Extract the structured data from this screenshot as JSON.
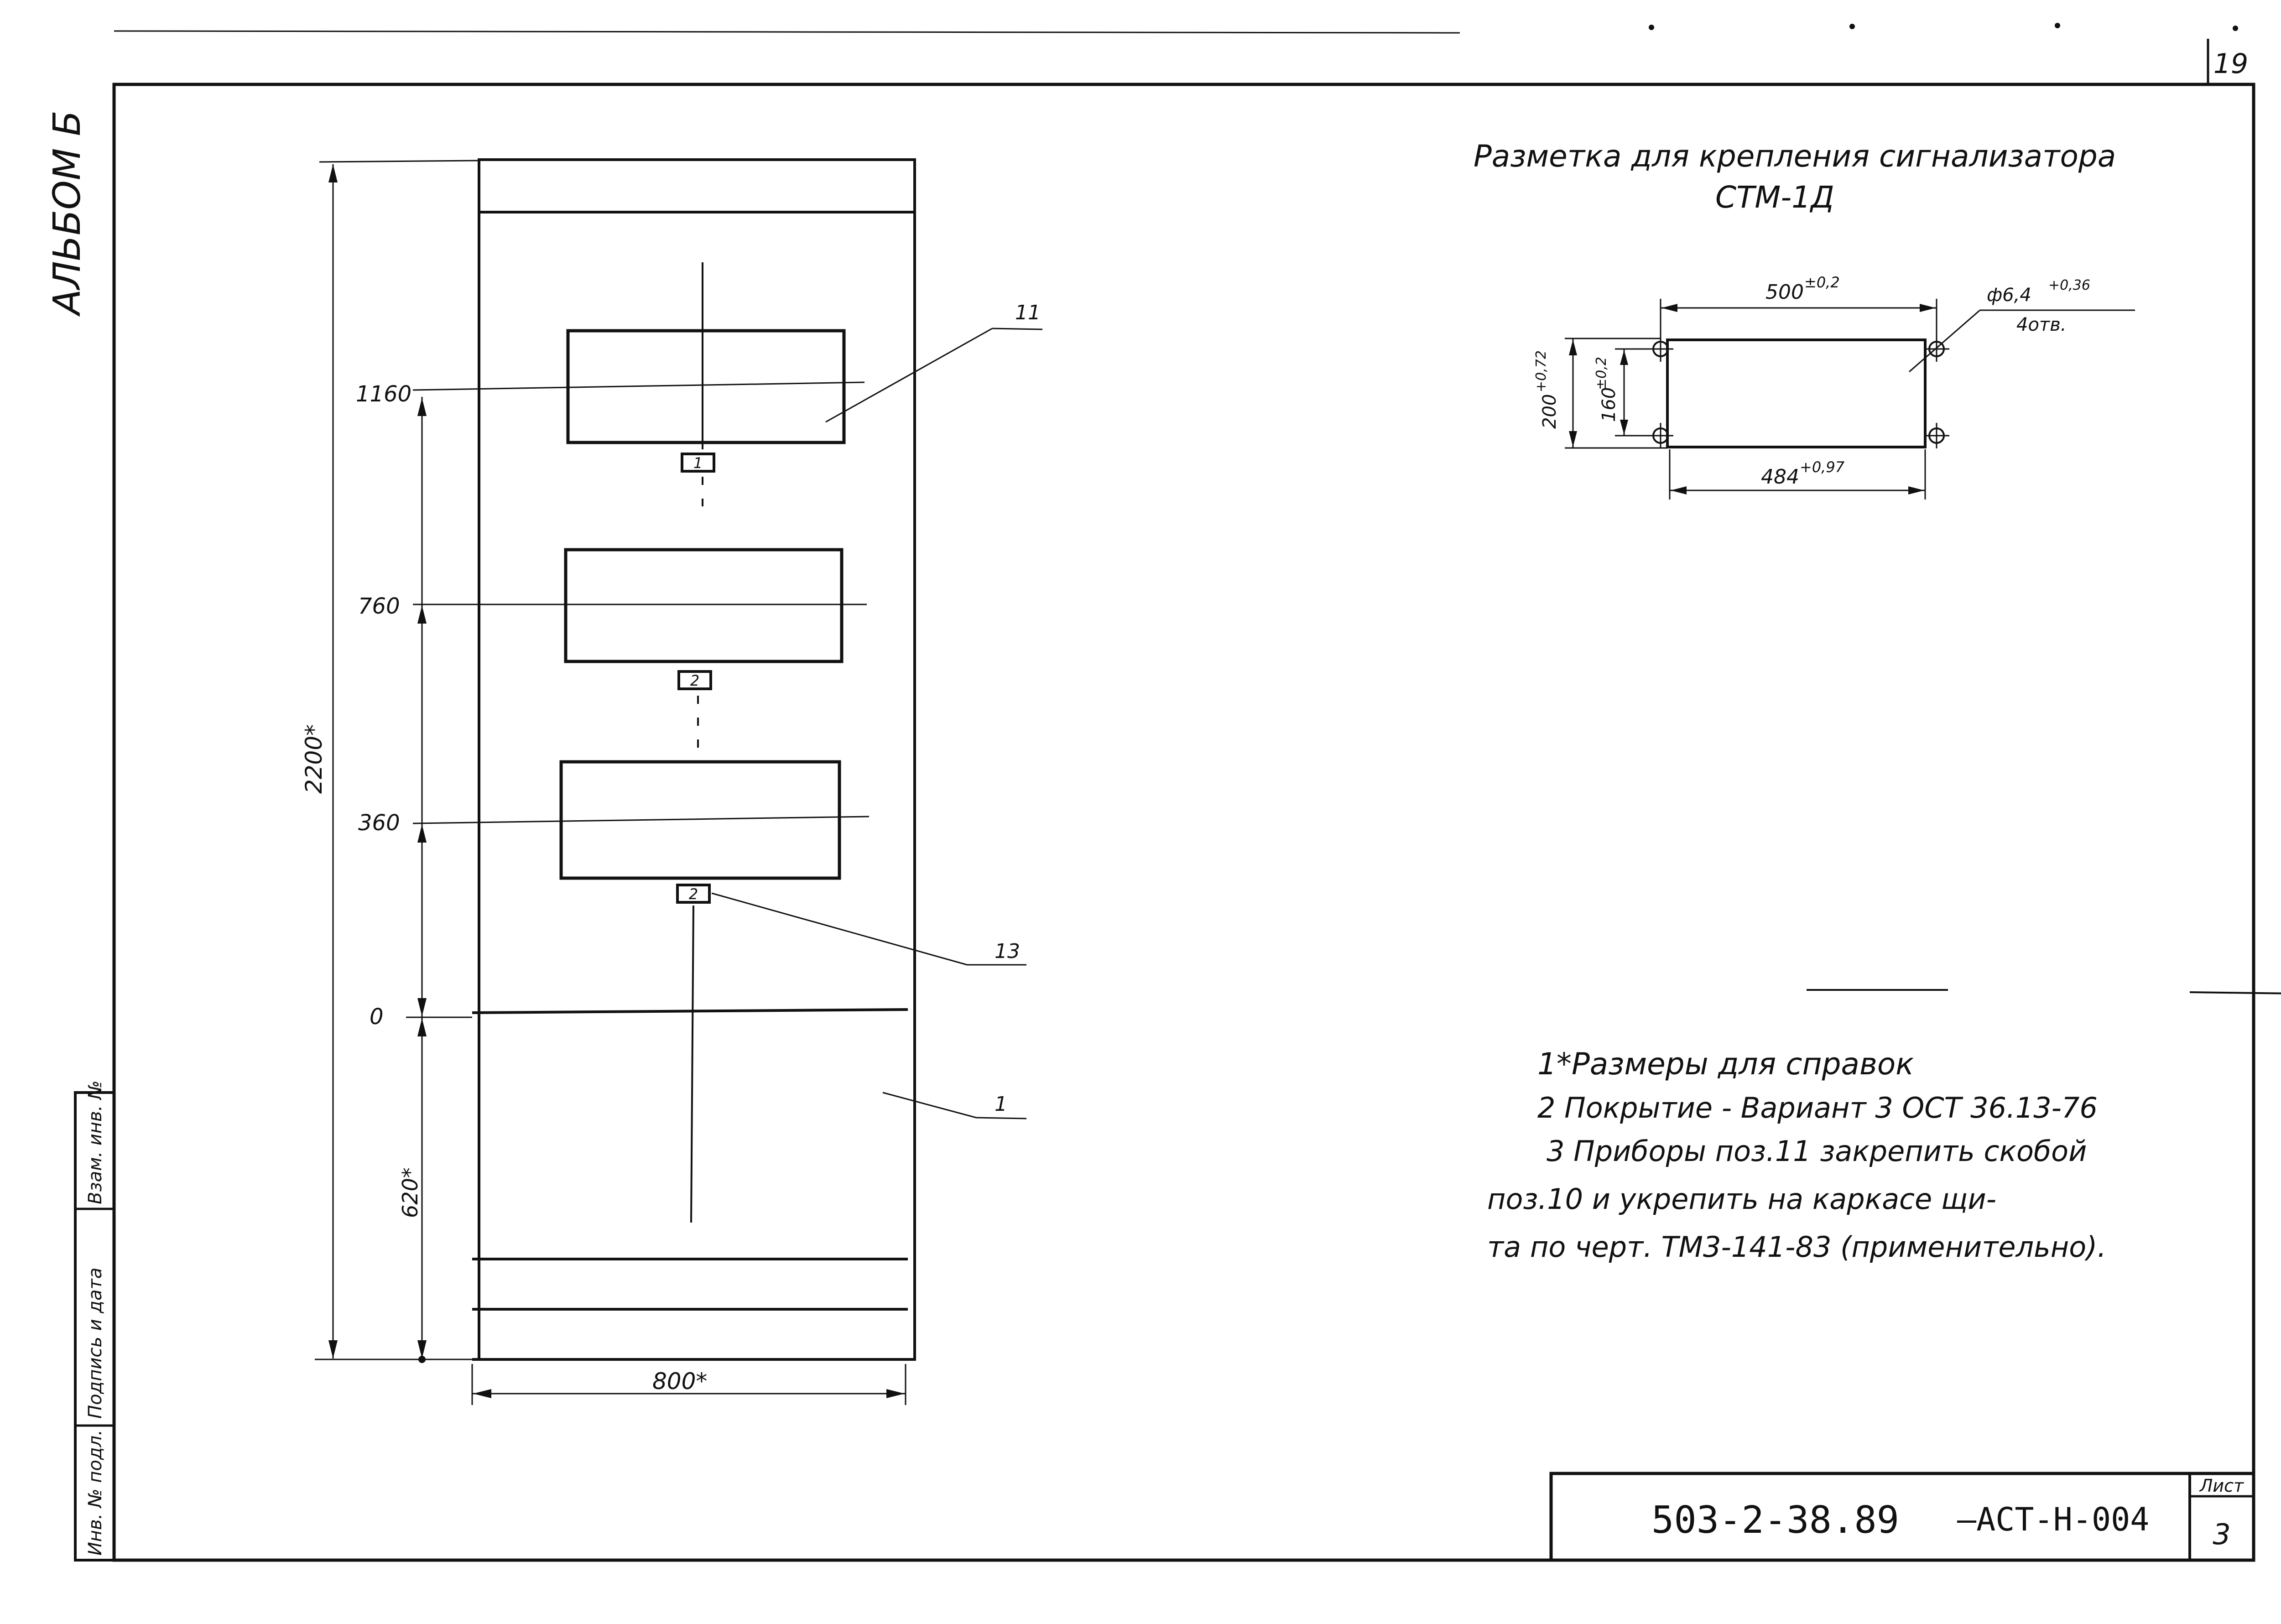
{
  "sheet_number_top": "19",
  "album_label": "АЛЬБОМ Б",
  "stamp_labels": {
    "inv_podl": "Инв. № подл.",
    "podpis_data": "Подпись и дата",
    "vzam_inv": "Взам. инв. №"
  },
  "title": {
    "line1": "Разметка для крепления сигнализатора",
    "line2": "СТМ-1Д"
  },
  "dimensions": {
    "height_total": "2200*",
    "width_total": "800*",
    "bottom_section": "620*",
    "level_1160": "1160",
    "level_760": "760",
    "level_360": "360",
    "level_0": "0"
  },
  "callouts": {
    "pos11": "11",
    "pos13": "13",
    "pos1": "1"
  },
  "tags": [
    "1",
    "2",
    "2"
  ],
  "detail": {
    "width_top": "500",
    "width_top_tol": "±0,2",
    "hole": "ф6,4",
    "hole_tol": "+0,36",
    "holes_count": "4отв.",
    "height_outer": "200",
    "height_outer_tol": "+0,72",
    "height_inner": "160",
    "height_inner_tol": "±0,2",
    "width_bottom": "484",
    "width_bottom_tol": "+0,97"
  },
  "notes": [
    "1*Размеры для справок",
    "2 Покрытие - Вариант 3 ОСТ 36.13-76",
    "3 Приборы поз.11 закрепить скобой",
    "поз.10 и укрепить на каркасе щи-",
    "та по черт. ТМ3-141-83 (применительно)."
  ],
  "title_block": {
    "designation": "503-2-38.89",
    "code": "–АСТ-Н-004",
    "sheet_label": "Лист",
    "sheet_value": "3"
  }
}
